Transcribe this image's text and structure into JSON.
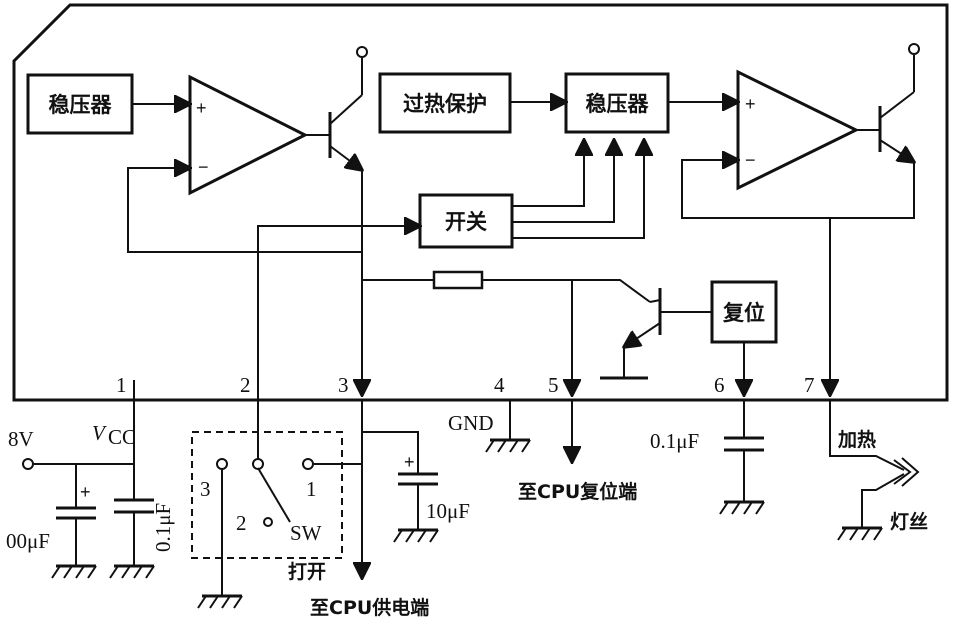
{
  "blocks": {
    "regulator_left": "稳压器",
    "overheat_protection": "过热保护",
    "regulator_right": "稳压器",
    "switch_block": "开关",
    "reset_block": "复位"
  },
  "pins": [
    "1",
    "2",
    "3",
    "4",
    "5",
    "6",
    "7"
  ],
  "labels": {
    "supply_voltage": "8V",
    "vcc": "V",
    "vcc_sub": "CC",
    "gnd": "GND",
    "cap_left": "00μF",
    "cap_mid": "0.1μF",
    "cap_10": "10μF",
    "cap_pin6": "0.1μF",
    "sw": "SW",
    "sw_pos1": "1",
    "sw_pos2": "2",
    "sw_pos3": "3",
    "open": "打开",
    "to_cpu_supply": "至CPU供电端",
    "to_cpu_reset": "至CPU复位端",
    "heater": "加热",
    "filament": "灯丝"
  }
}
